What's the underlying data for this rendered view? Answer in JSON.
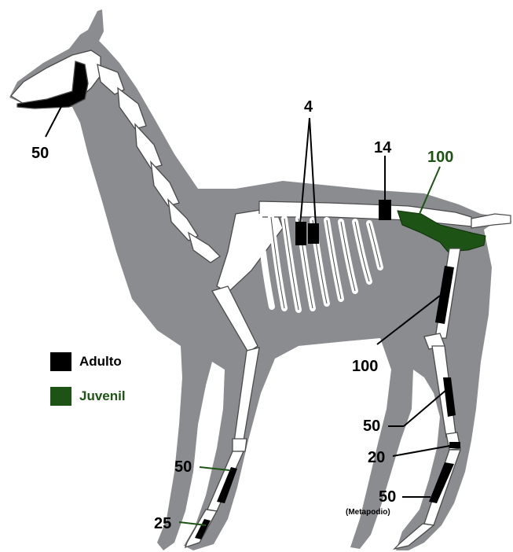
{
  "colors": {
    "silhouette": "#8a8c8f",
    "bone": "#ffffff",
    "bone_outline": "#4a4a4a",
    "adult": "#000000",
    "juvenile": "#1d5314"
  },
  "legend": {
    "adult_label": "Adulto",
    "juvenile_label": "Juvenil"
  },
  "labels": {
    "mandible": "50",
    "thoracic": "4",
    "lumbar": "14",
    "pelvis_juvenile": "100",
    "femur": "100",
    "tibia": "50",
    "tarsal": "20",
    "hind_metapodial": "50",
    "hind_metapodial_note": "(Metapodio)",
    "fore_metapodial": "50",
    "fore_phalanx": "25"
  }
}
